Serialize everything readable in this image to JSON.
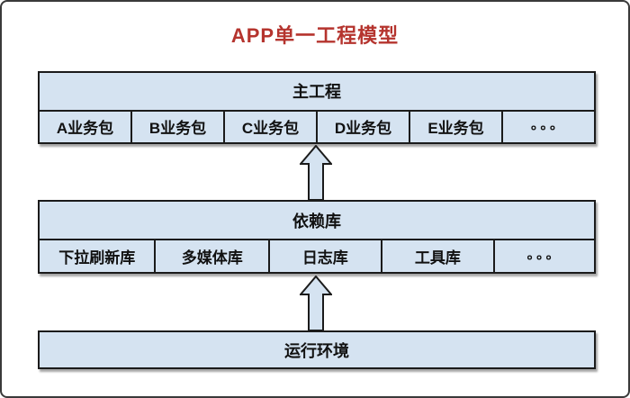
{
  "title": "APP单一工程模型",
  "colors": {
    "title_red": "#b5342e",
    "box_fill": "#d5e3f1",
    "box_border": "#1b1b1b",
    "outer_border": "#3a3a3a"
  },
  "layers": {
    "main_project": {
      "label": "主工程",
      "cells": [
        "A业务包",
        "B业务包",
        "C业务包",
        "D业务包",
        "E业务包",
        "。。。"
      ]
    },
    "dependency_lib": {
      "label": "依赖库",
      "cells": [
        "下拉刷新库",
        "多媒体库",
        "日志库",
        "工具库",
        "。。。"
      ]
    },
    "runtime": {
      "label": "运行环境"
    }
  },
  "icons": {
    "arrow_1": "up-arrow",
    "arrow_2": "up-arrow"
  }
}
